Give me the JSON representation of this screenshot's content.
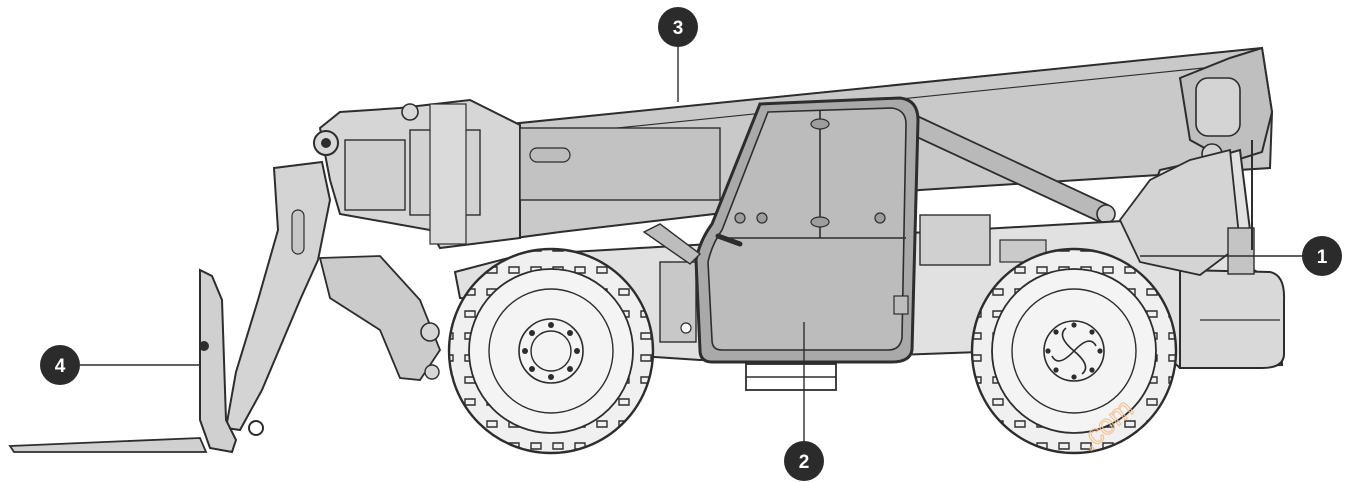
{
  "diagram": {
    "colors": {
      "body": "#c9c9c9",
      "body_light": "#e1e1e1",
      "body_dark": "#a7a7a7",
      "window": "#bcbcbc",
      "outline": "#2d2d2d",
      "tire": "#f0f0f0",
      "callout": "#2b2b2b",
      "watermark": "#f2c08a"
    },
    "callouts": [
      {
        "id": "1",
        "label": "1",
        "part": "chassis"
      },
      {
        "id": "2",
        "label": "2",
        "part": "operator-cab"
      },
      {
        "id": "3",
        "label": "3",
        "part": "telescopic-boom"
      },
      {
        "id": "4",
        "label": "4",
        "part": "fork-carriage"
      }
    ],
    "watermark_text": ".com"
  }
}
